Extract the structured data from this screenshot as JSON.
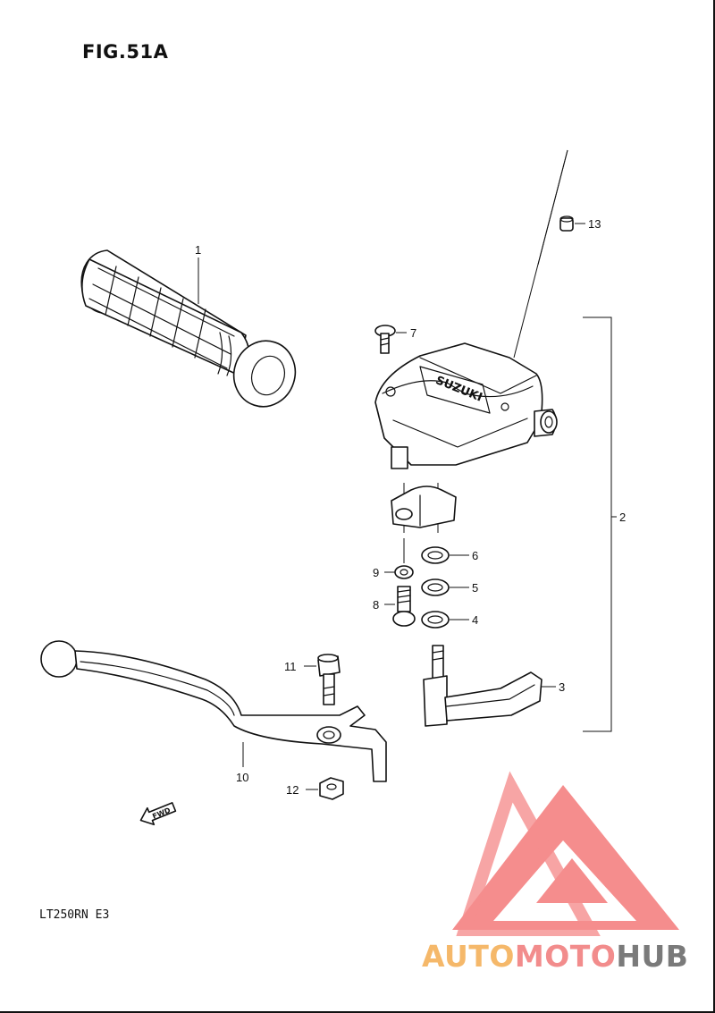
{
  "header": {
    "title": "FIG.51A"
  },
  "footer": {
    "model": "LT250RN E3"
  },
  "callouts": {
    "c1": "1",
    "c2": "2",
    "c3": "3",
    "c4": "4",
    "c5": "5",
    "c6": "6",
    "c7": "7",
    "c8": "8",
    "c9": "9",
    "c10": "10",
    "c11": "11",
    "c12": "12",
    "c13": "13"
  },
  "housing_logo": "SUZUKI",
  "fwd_label": "FWD",
  "watermark": {
    "part1": "AUTO",
    "part2": "MOTO",
    "part3": "HUB",
    "colors": {
      "auto": "#f5b86a",
      "moto": "#f28c8c",
      "hub": "#7a7a7a",
      "triangle": "#f47a7a"
    }
  }
}
